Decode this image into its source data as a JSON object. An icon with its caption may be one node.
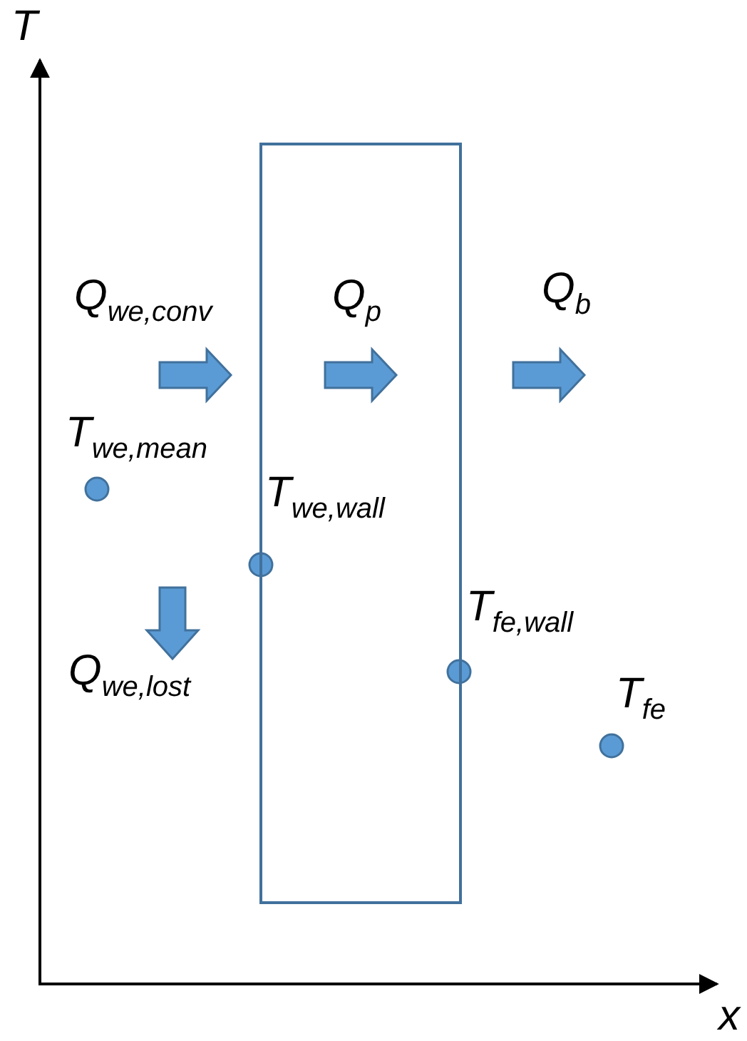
{
  "diagram": {
    "nodes": [
      {
        "text": [],
        "shape": "box"
      }
    ],
    "labels": [
      "T",
      "Q$_{we,conv}$",
      "Q$_{p}$",
      "Q$_{b}$",
      "T$_{we,mean}$",
      "T$_{we,wall}$",
      "T$_{fe,wall}$",
      "Q$_{we,lost}$",
      "T$_{fe}$",
      "x"
    ]
  }
}
